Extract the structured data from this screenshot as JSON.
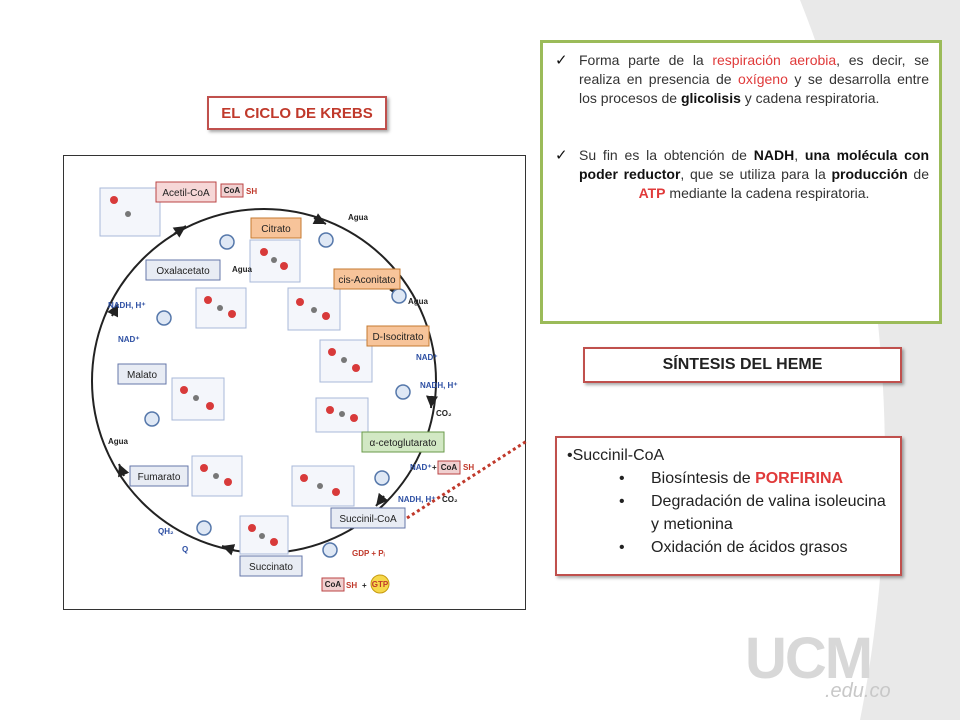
{
  "title": "EL CICLO DE KREBS",
  "info": {
    "p1": {
      "a": "Forma parte de la ",
      "b": "respiración aerobia",
      "c": ", es decir, se realiza en presencia de ",
      "d": "oxígeno",
      "e": " y se desarrolla entre los procesos de ",
      "f": "glicolisis",
      "g": " y cadena respiratoria."
    },
    "p2": {
      "a": "Su fin es la obtención de ",
      "b": "NADH",
      "c": ", ",
      "d": "una molécula con poder reductor",
      "e": ", que se utiliza para la ",
      "f": "producción",
      "g": " de ",
      "h": "ATP",
      "i": " mediante la cadena respiratoria."
    }
  },
  "heme_title": "SÍNTESIS DEL HEME",
  "list": {
    "main": "Succinil-CoA",
    "items": [
      {
        "pre": "Biosíntesis de ",
        "hl": "PORFIRINA"
      },
      {
        "pre": "Degradación de valina isoleucina y metionina",
        "hl": ""
      },
      {
        "pre": "Oxidación de ácidos grasos",
        "hl": ""
      }
    ]
  },
  "cycle": {
    "metabolites": [
      "Acetil-CoA",
      "Citrato",
      "cis-Aconitato",
      "D-Isocitrato",
      "α-cetoglutarato",
      "Succinil-CoA",
      "Succinato",
      "Fumarato",
      "Malato",
      "Oxalacetato"
    ],
    "coa_sh": "CoA-SH",
    "coa": "CoA",
    "sh": "SH",
    "agua": "Agua",
    "nad": "NAD⁺",
    "nadh": "NADH, H⁺",
    "co2": "CO₂",
    "gdp": "GDP + Pᵢ",
    "gtp": "GTP",
    "qh2": "QH₂",
    "q": "Q",
    "plus": "+"
  },
  "logo": {
    "main": "UCM",
    "sub": ".edu.co"
  },
  "colors": {
    "accent_red": "#c0504d",
    "green_border": "#9bbb59",
    "highlight_red": "#e03a3a"
  }
}
